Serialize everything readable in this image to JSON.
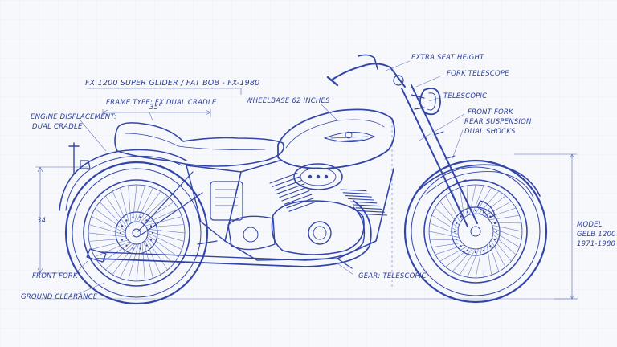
{
  "labels": {
    "title": "FX 1200 SUPER GLIDER / FAT BOB - FX-1980",
    "frame_type": "FRAME TYPE: FX DUAL CRADLE",
    "frame_dim": "35\"",
    "wheelbase": "WHEELBASE 62 INCHES",
    "seat_height": "EXTRA SEAT HEIGHT",
    "fork_top": "FORK TELESCOPE",
    "telescopic": "TELESCOPIC",
    "front_fork_right": "FRONT FORK",
    "rear_suspension": "REAR SUSPENSION",
    "dual_shocks": "DUAL SHOCKS",
    "engine_disp": "ENGINE DISPLACEMENT:",
    "dual_cradle": "DUAL CRADLE",
    "height_dim": "34",
    "front_fork_left": "FRONT FORK",
    "ground_clearance": "GROUND CLEARANCE",
    "gear_telescopic": "GEAR: TELESCOPIC",
    "model_1": "MODEL",
    "model_2": "GELB 1200",
    "model_3": "1971-1980"
  },
  "colors": {
    "ink": "#3346a8",
    "paper": "#f7f8fb"
  }
}
